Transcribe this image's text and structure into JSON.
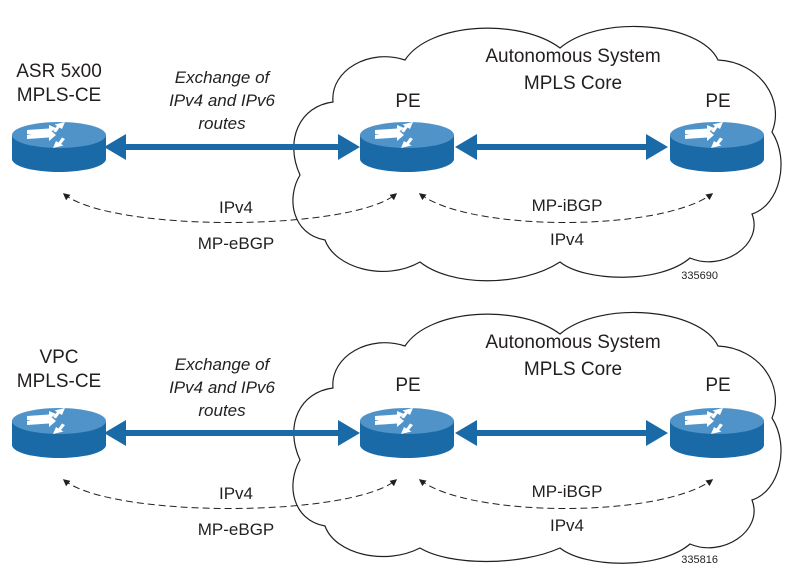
{
  "colors": {
    "router_body": "#1a6aa8",
    "router_top": "#4f93c9",
    "arrow": "#1a6aa8",
    "text": "#231f20"
  },
  "diagrams": [
    {
      "ce_label_line1": "ASR 5x00",
      "ce_label_line2": "MPLS-CE",
      "exchange_line1": "Exchange of",
      "exchange_line2": "IPv4 and IPv6",
      "exchange_line3": "routes",
      "pe_left_label": "PE",
      "pe_right_label": "PE",
      "cloud_line1": "Autonomous System",
      "cloud_line2": "MPLS Core",
      "ebgp_top_label": "IPv4",
      "ebgp_bottom_label": "MP-eBGP",
      "ibgp_top_label": "MP-iBGP",
      "ibgp_bottom_label": "IPv4",
      "figure_id": "335690"
    },
    {
      "ce_label_line1": "VPC",
      "ce_label_line2": "MPLS-CE",
      "exchange_line1": "Exchange of",
      "exchange_line2": "IPv4 and IPv6",
      "exchange_line3": "routes",
      "pe_left_label": "PE",
      "pe_right_label": "PE",
      "cloud_line1": "Autonomous System",
      "cloud_line2": "MPLS Core",
      "ebgp_top_label": "IPv4",
      "ebgp_bottom_label": "MP-eBGP",
      "ibgp_top_label": "MP-iBGP",
      "ibgp_bottom_label": "IPv4",
      "figure_id": "335816"
    }
  ]
}
